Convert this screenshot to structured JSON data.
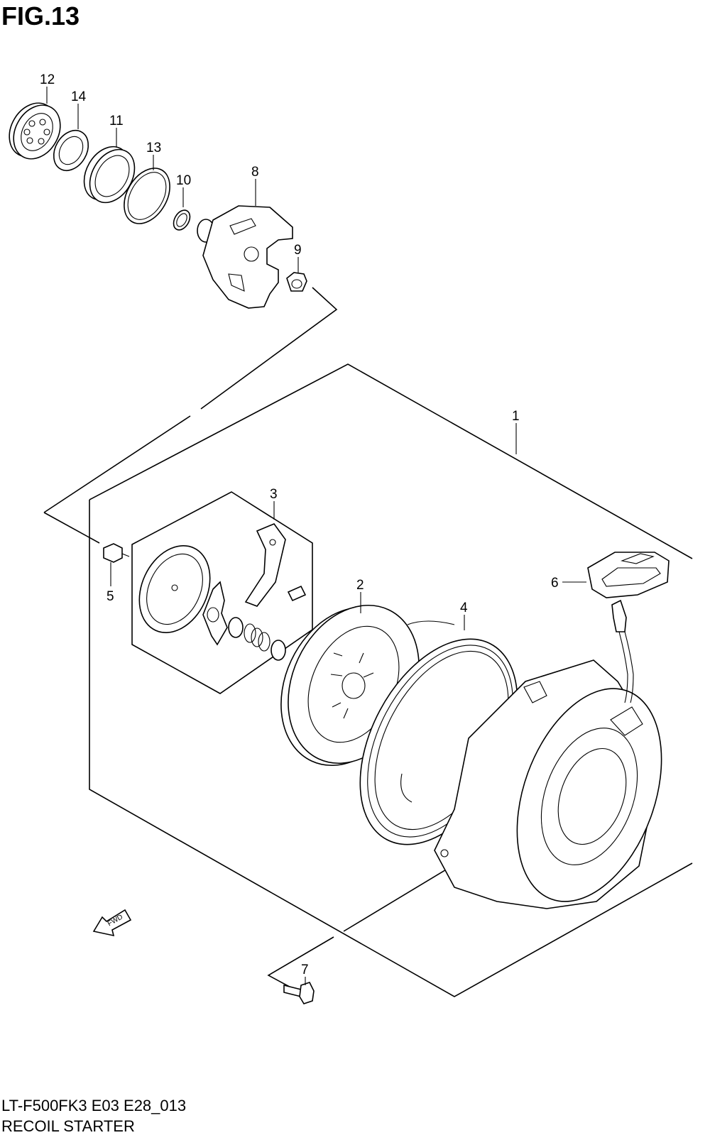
{
  "figure": {
    "title": "FIG.13",
    "model_code": "LT-F500FK3 E03 E28_013",
    "section_name": "RECOIL STARTER",
    "fwd_label": "FWD"
  },
  "callouts": [
    {
      "id": "1",
      "label": "1"
    },
    {
      "id": "2",
      "label": "2"
    },
    {
      "id": "3",
      "label": "3"
    },
    {
      "id": "4",
      "label": "4"
    },
    {
      "id": "5",
      "label": "5"
    },
    {
      "id": "6",
      "label": "6"
    },
    {
      "id": "7",
      "label": "7"
    },
    {
      "id": "8",
      "label": "8"
    },
    {
      "id": "9",
      "label": "9"
    },
    {
      "id": "10",
      "label": "10"
    },
    {
      "id": "11",
      "label": "11"
    },
    {
      "id": "12",
      "label": "12"
    },
    {
      "id": "13",
      "label": "13"
    },
    {
      "id": "14",
      "label": "14"
    }
  ]
}
